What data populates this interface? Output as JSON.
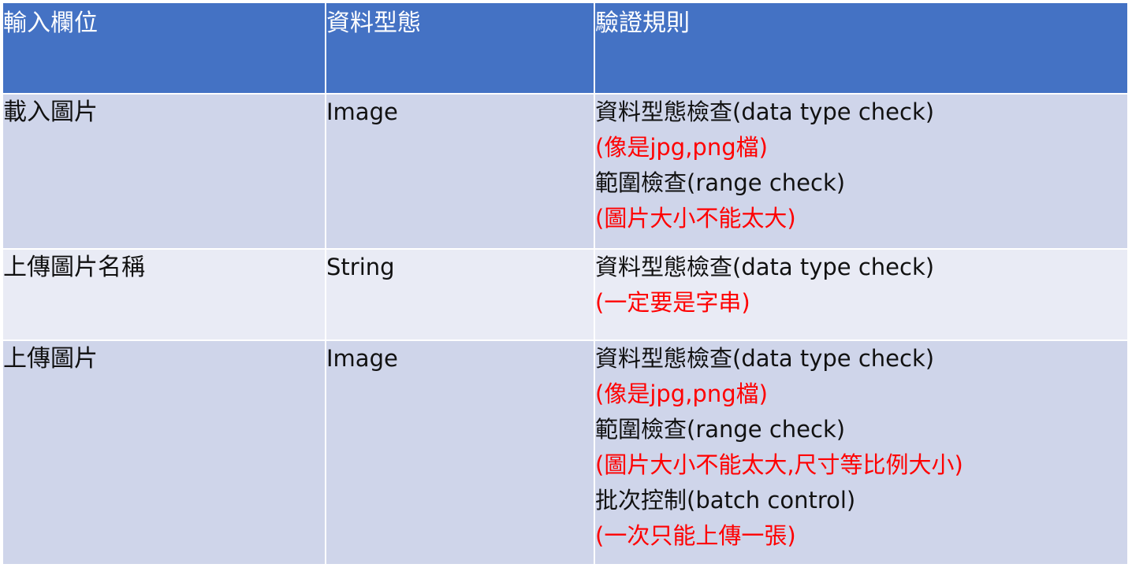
{
  "headers": [
    "輸入欄位",
    "資料型態",
    "驗證規則"
  ],
  "colors": {
    "header_bg": "#4472c4",
    "row_odd_bg": "#cfd5ea",
    "row_even_bg": "#e9ebf5",
    "note_text": "#ff0000"
  },
  "rows": [
    {
      "field": "載入圖片",
      "type": "Image",
      "rules": [
        {
          "text": "資料型態檢查(data type check)",
          "note": false
        },
        {
          "text": "(像是jpg,png檔)",
          "note": true
        },
        {
          "text": "範圍檢查(range check)",
          "note": false
        },
        {
          "text": "(圖片大小不能太大)",
          "note": true
        }
      ]
    },
    {
      "field": "上傳圖片名稱",
      "type": "String",
      "rules": [
        {
          "text": "資料型態檢查(data type check)",
          "note": false
        },
        {
          "text": "(一定要是字串)",
          "note": true
        }
      ]
    },
    {
      "field": "上傳圖片",
      "type": "Image",
      "rules": [
        {
          "text": "資料型態檢查(data type check)",
          "note": false
        },
        {
          "text": "(像是jpg,png檔)",
          "note": true
        },
        {
          "text": "範圍檢查(range check)",
          "note": false
        },
        {
          "text": "(圖片大小不能太大,尺寸等比例大小)",
          "note": true
        },
        {
          "text": "批次控制(batch control)",
          "note": false
        },
        {
          "text": "(一次只能上傳一張)",
          "note": true
        }
      ]
    }
  ]
}
